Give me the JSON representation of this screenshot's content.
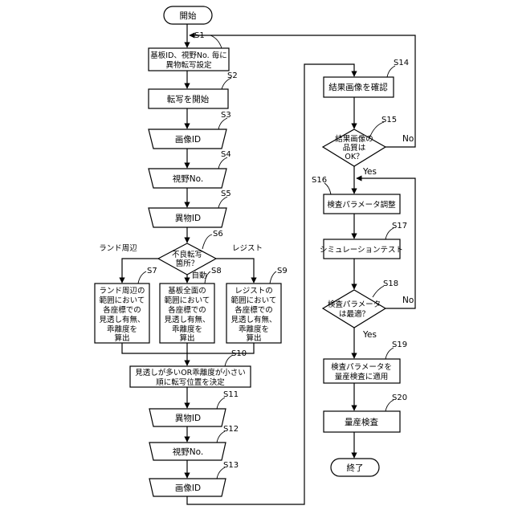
{
  "terminals": {
    "start": "開始",
    "end": "終了"
  },
  "steps": {
    "s1": {
      "id": "S1",
      "lines": [
        "基板ID、視野No. 毎に",
        "異物転写設定"
      ]
    },
    "s2": {
      "id": "S2",
      "lines": [
        "転写を開始"
      ]
    },
    "s3": {
      "id": "S3",
      "lines": [
        "画像ID"
      ]
    },
    "s4": {
      "id": "S4",
      "lines": [
        "視野No."
      ]
    },
    "s5": {
      "id": "S5",
      "lines": [
        "異物ID"
      ]
    },
    "s6": {
      "id": "S6",
      "lines": [
        "不良転写",
        "箇所？"
      ]
    },
    "s7": {
      "id": "S7",
      "lines": [
        "ランド周辺の",
        "範囲において",
        "各座標での",
        "見透し有無、",
        "乖離度を",
        "算出"
      ]
    },
    "s8": {
      "id": "S8",
      "lines": [
        "基板全面の",
        "範囲において",
        "各座標での",
        "見透し有無、",
        "乖離度を",
        "算出"
      ]
    },
    "s9": {
      "id": "S9",
      "lines": [
        "レジストの",
        "範囲において",
        "各座標での",
        "見透し有無、",
        "乖離度を",
        "算出"
      ]
    },
    "s10": {
      "id": "S10",
      "lines": [
        "見透しが多いOR乖離度が小さい",
        "順に転写位置を決定"
      ]
    },
    "s11": {
      "id": "S11",
      "lines": [
        "異物ID"
      ]
    },
    "s12": {
      "id": "S12",
      "lines": [
        "視野No."
      ]
    },
    "s13": {
      "id": "S13",
      "lines": [
        "画像ID"
      ]
    },
    "s14": {
      "id": "S14",
      "lines": [
        "結果画像を確認"
      ]
    },
    "s15": {
      "id": "S15",
      "lines": [
        "結果画像の",
        "品質は",
        "OK？"
      ]
    },
    "s16": {
      "id": "S16",
      "lines": [
        "検査パラメータ調整"
      ]
    },
    "s17": {
      "id": "S17",
      "lines": [
        "シミュレーションテスト"
      ]
    },
    "s18": {
      "id": "S18",
      "lines": [
        "検査パラメータ",
        "は最適？"
      ]
    },
    "s19": {
      "id": "S19",
      "lines": [
        "検査パラメータを",
        "量産検査に適用"
      ]
    },
    "s20": {
      "id": "S20",
      "lines": [
        "量産検査"
      ]
    }
  },
  "branch_labels": {
    "land": "ランド周辺",
    "auto": "自動",
    "resist": "レジスト",
    "s15_no": "No",
    "s15_yes": "Yes",
    "s18_no": "No",
    "s18_yes": "Yes"
  }
}
